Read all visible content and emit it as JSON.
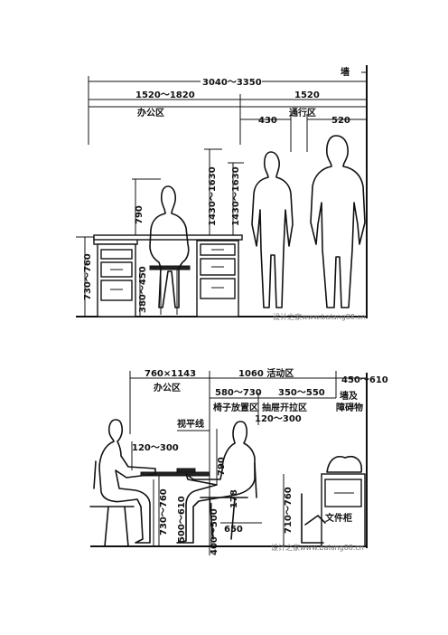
{
  "top": {
    "wall": "墙",
    "total_width": "3040～3350",
    "office_width": "1520～1820",
    "office_label": "办公区",
    "passage_width": "1520",
    "passage_label": "通行区",
    "passage_w1": "430",
    "passage_w2": "520",
    "desk_reach": "790",
    "desk_height": "730～760",
    "chair_height": "380～450",
    "standing_h1": "1430～1630",
    "standing_h2": "1430～1630",
    "watermark": "设计之家www.balang88.cn"
  },
  "bottom": {
    "office_width": "760×1143",
    "office_label": "办公区",
    "active_width": "1060 活动区",
    "chair_zone_width": "580～730",
    "chair_zone_label": "椅子放置区",
    "drawer_zone_width": "350～550",
    "drawer_zone_label": "抽屉开拉区",
    "wall_width": "450～610",
    "wall_label": "墙及",
    "wall_label2": "障碍物",
    "sightline": "视平线",
    "sight_left": "120～300",
    "sight_right": "120～300",
    "table_height": "730～760",
    "seat_left": "500～610",
    "seat_right_h": "400～500",
    "desk_reach_right": "790",
    "lap_height": "178",
    "knee_depth": "650",
    "cabinet_height": "710～760",
    "cabinet_label": "文件柜",
    "watermark": "设计之家www.balang88.cn"
  }
}
